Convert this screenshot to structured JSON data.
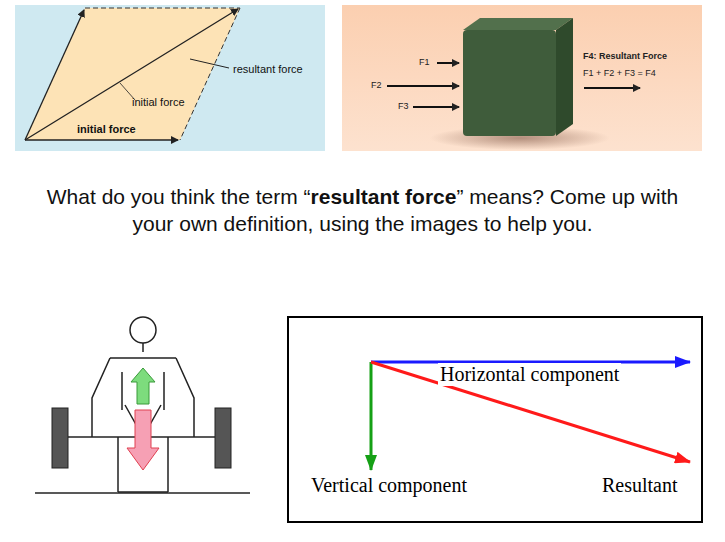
{
  "diagram": {
    "title": "What do you think the term “resultant force” means? Come up with your own definition, using the images to help you.",
    "nodes": [
      {
        "text": [
          "resultant force",
          "initial force",
          "initial force"
        ]
      },
      {
        "text": [
          "F1",
          "F2",
          "F3",
          "F4: Resultant Force",
          "F1 + F2 + F3 = F4"
        ]
      },
      {
        "text": [
          "Horizontal component",
          "Vertical component",
          "Resultant"
        ]
      }
    ]
  }
}
